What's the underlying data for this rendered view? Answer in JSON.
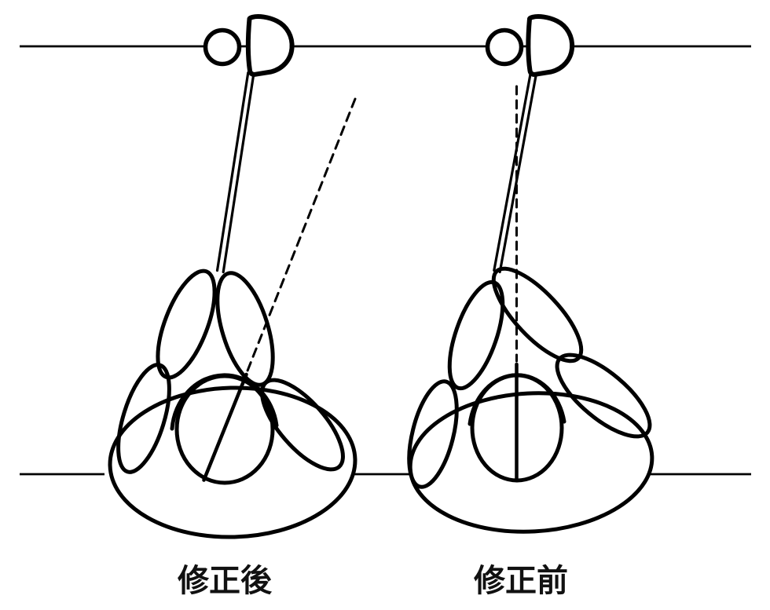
{
  "diagram": {
    "background": "#ffffff",
    "line_color": "#000000",
    "panels": [
      {
        "id": "after-correction",
        "label": "修正後"
      },
      {
        "id": "before-correction",
        "label": "修正前"
      }
    ]
  }
}
